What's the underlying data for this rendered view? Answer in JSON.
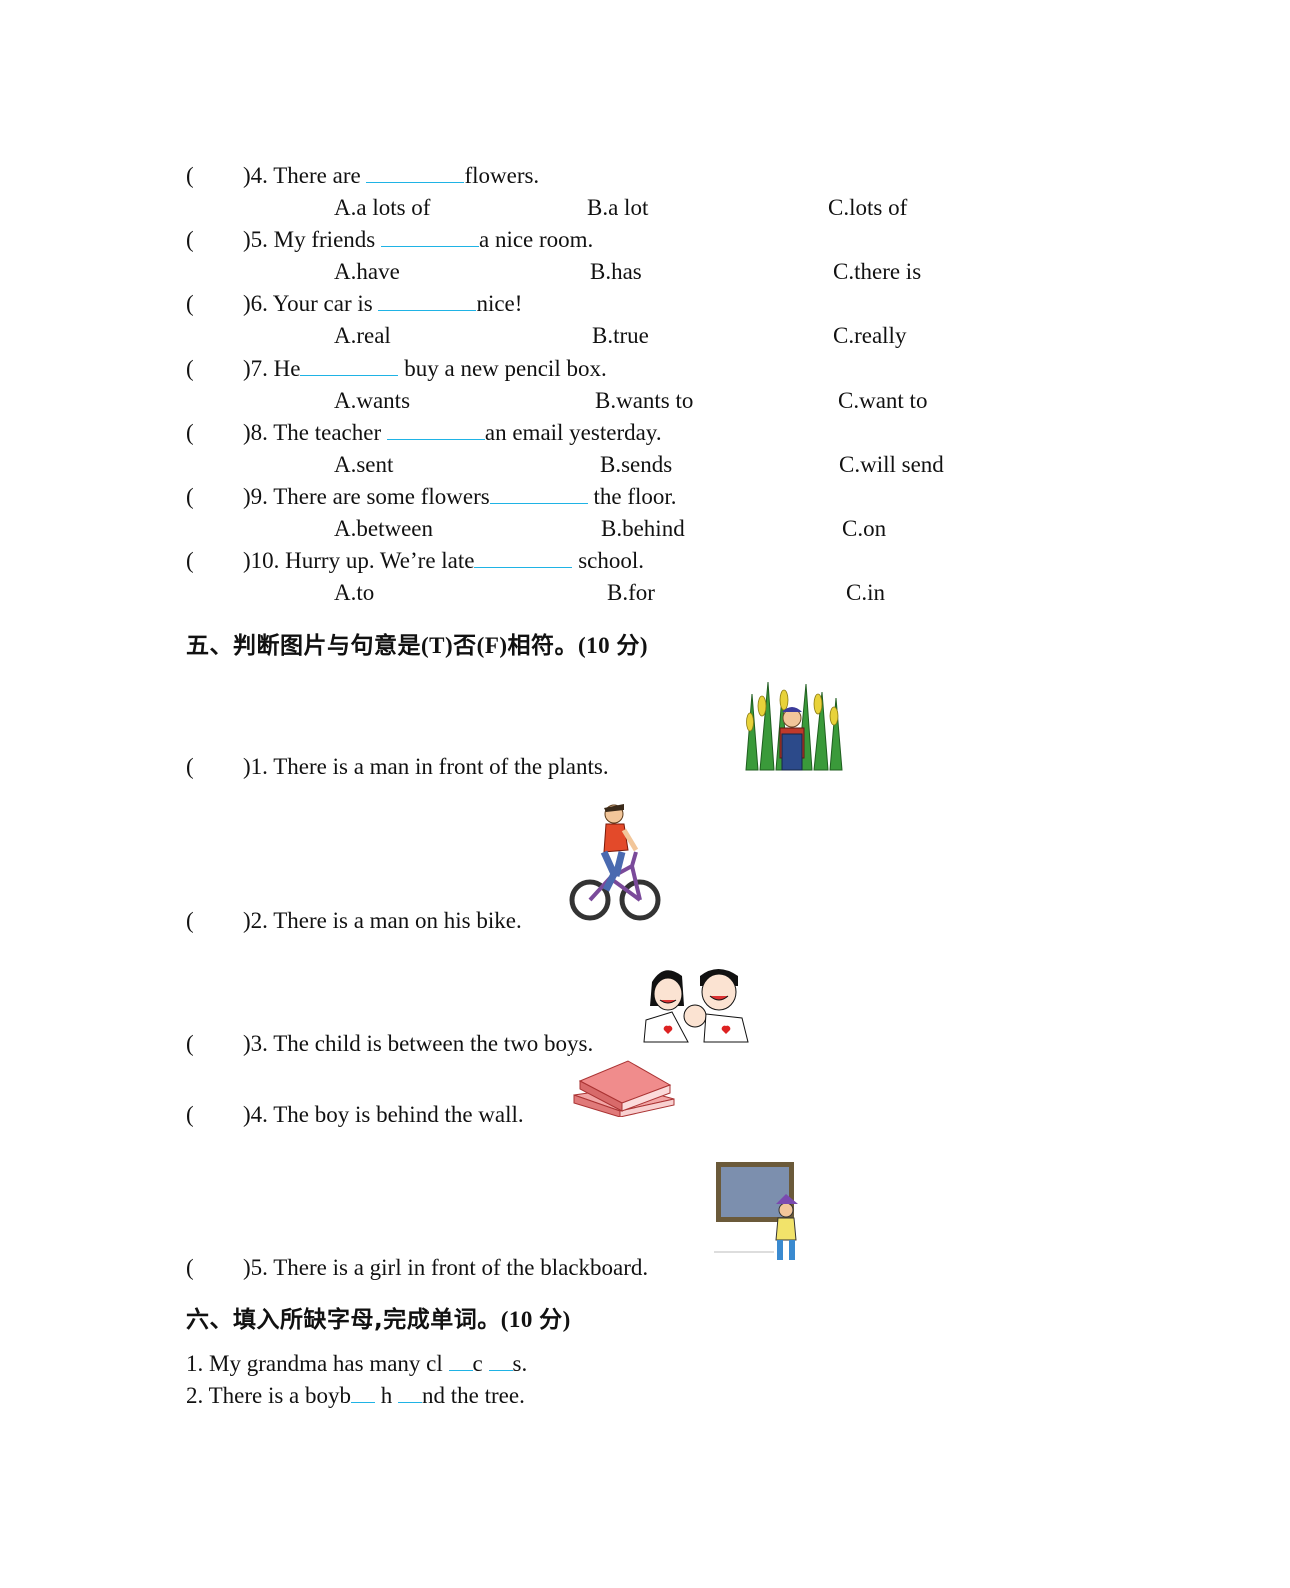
{
  "questions": [
    {
      "num": ")4. There are ",
      "after": "flowers.",
      "a": "A.a lots of",
      "b": "B.a lot",
      "c": "C.lots of"
    },
    {
      "num": ")5. My friends ",
      "after": "a nice room.",
      "a": "A.have",
      "b": "B.has",
      "c": "C.there is"
    },
    {
      "num": ")6. Your car is ",
      "after": "nice!",
      "a": "A.real",
      "b": "B.true",
      "c": "C.really"
    },
    {
      "num": ")7. He",
      "after": " buy a new pencil box.",
      "a": "A.wants",
      "b": "B.wants to",
      "c": "C.want to"
    },
    {
      "num": ")8. The teacher ",
      "after": "an email yesterday.",
      "a": "A.sent",
      "b": "B.sends",
      "c": "C.will send"
    },
    {
      "num": ")9. There are some flowers",
      "after": " the floor.",
      "a": "A.between",
      "b": "B.behind",
      "c": "C.on"
    },
    {
      "num": ")10. Hurry up. We’re late",
      "after": " school.",
      "a": "A.to",
      "b": "B.for",
      "c": "C.in"
    }
  ],
  "paren": "(",
  "section5": {
    "title": "五、判断图片与句意是",
    "title_rest": "(T)否(F)相符。(10 分)",
    "items": [
      ")1. There is a man in front of the plants.",
      ")2. There is a man on his bike.",
      ")3. The child is between the two boys.",
      ")4. The boy is behind the wall.",
      ")5. There is a girl in front of the blackboard."
    ]
  },
  "section6": {
    "title": "六、填入所缺字母,完成单词。",
    "title_rest": "(10 分)",
    "line1": {
      "p1": "1. My grandma has many cl ",
      "p2": "c ",
      "p3": "s."
    },
    "line2": {
      "p1": "2. There is a boyb",
      "p2": " h ",
      "p3": "nd the tree."
    }
  }
}
